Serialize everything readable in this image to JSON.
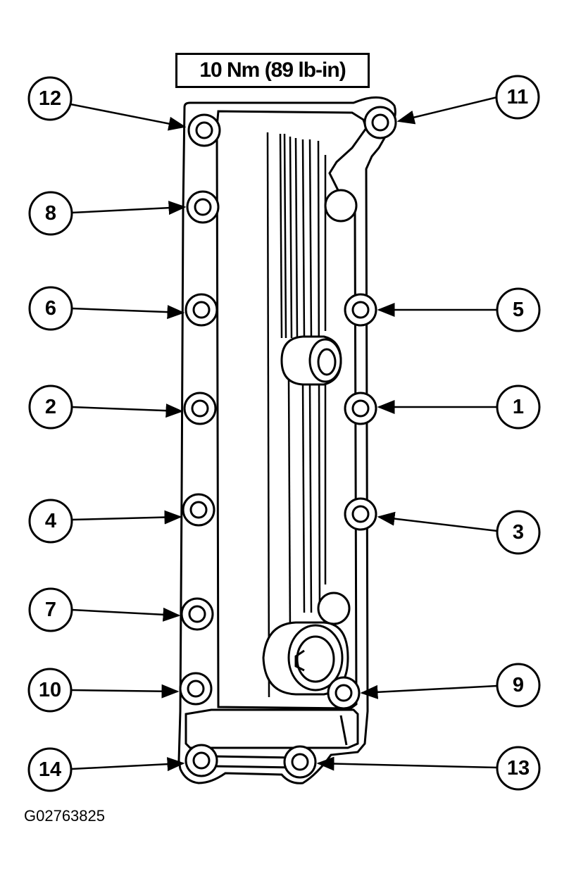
{
  "torque_spec": "10 Nm (89 lb-in)",
  "figure_id": "G02763825",
  "callouts": {
    "c1": "1",
    "c2": "2",
    "c3": "3",
    "c4": "4",
    "c5": "5",
    "c6": "6",
    "c7": "7",
    "c8": "8",
    "c9": "9",
    "c10": "10",
    "c11": "11",
    "c12": "12",
    "c13": "13",
    "c14": "14"
  }
}
